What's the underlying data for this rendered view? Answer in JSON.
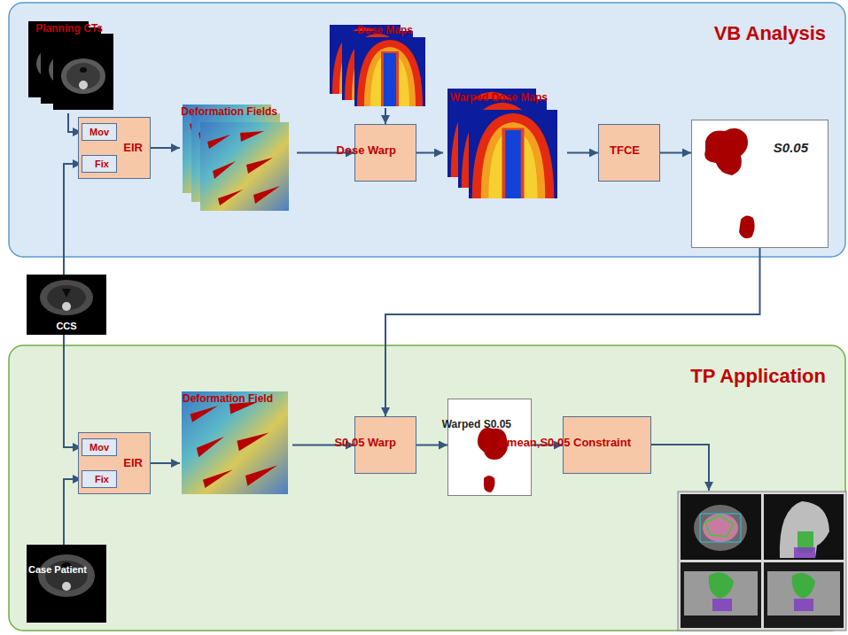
{
  "diagram": {
    "nodes": [
      {
        "text": [
          "VB Analysis"
        ]
      },
      {
        "text": [
          "Planning CTs"
        ],
        "in": 0
      },
      {
        "text": [
          "Dose Maps"
        ],
        "in": 0
      },
      {
        "text": [
          "EIR"
        ],
        "in": 0
      },
      {
        "text": [
          "Mov"
        ],
        "in": 3
      },
      {
        "text": [
          "Fix"
        ],
        "in": 3
      },
      {
        "text": [
          "Deformation Fields"
        ],
        "in": 0
      },
      {
        "text": [
          "Dose Warp"
        ],
        "in": 0
      },
      {
        "text": [
          "Warped Dose Maps"
        ],
        "in": 0
      },
      {
        "text": [
          "TFCE"
        ],
        "in": 0
      },
      {
        "text": [
          "S0.05"
        ],
        "in": 0
      },
      {
        "text": [
          "CCS"
        ]
      },
      {
        "text": [
          "TP Application"
        ]
      },
      {
        "text": [
          "Deformation Field"
        ],
        "in": 12
      },
      {
        "text": [
          "EIR"
        ],
        "in": 12
      },
      {
        "text": [
          "Mov"
        ],
        "in": 14
      },
      {
        "text": [
          "Fix"
        ],
        "in": 14
      },
      {
        "text": [
          "S0.05 Warp"
        ],
        "in": 12
      },
      {
        "text": [
          "Warped S0.05"
        ],
        "in": 12
      },
      {
        "text": [
          "Dmean,S0.05 Constraint"
        ],
        "in": 12
      },
      {
        "text": [
          "Case Patient"
        ],
        "in": 12
      }
    ],
    "edges": [
      {
        "from": 1,
        "to": 4,
        "arrow": "to"
      },
      {
        "from": 11,
        "to": 5,
        "arrow": "to"
      },
      {
        "from": 3,
        "to": 6,
        "arrow": "to"
      },
      {
        "from": 6,
        "to": 7,
        "arrow": "to"
      },
      {
        "from": 2,
        "to": 7,
        "arrow": "to"
      },
      {
        "from": 7,
        "to": 8,
        "arrow": "to"
      },
      {
        "from": 8,
        "to": 9,
        "arrow": "to"
      },
      {
        "from": 9,
        "to": 10,
        "arrow": "to"
      },
      {
        "from": 10,
        "to": 17,
        "arrow": "to"
      },
      {
        "from": 11,
        "to": 15,
        "arrow": "to"
      },
      {
        "from": 20,
        "to": 16,
        "arrow": "to"
      },
      {
        "from": 14,
        "to": 13,
        "arrow": "to"
      },
      {
        "from": 13,
        "to": 17,
        "arrow": "to"
      },
      {
        "from": 17,
        "to": 18,
        "arrow": "to"
      },
      {
        "from": 18,
        "to": 19,
        "arrow": "to"
      }
    ]
  }
}
